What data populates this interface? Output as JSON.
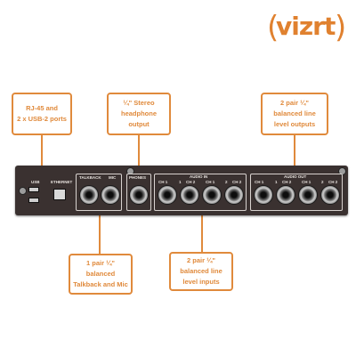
{
  "logo": {
    "text": "vizrt",
    "arc_left": "(",
    "arc_right": ")"
  },
  "colors": {
    "accent": "#e08a3c",
    "panel": "#3a3130"
  },
  "callouts": {
    "usb_ethernet": "RJ-45 and\n2 x USB-2 ports",
    "phones": "¼\" Stereo\nheadphone\noutput",
    "audio_out": "2 pair ¼\"\nbalanced line\nlevel outputs",
    "talkback_mic": "1 pair ¼\"\nbalanced\nTalkback and Mic",
    "audio_in": "2 pair ¼\"\nbalanced line\nlevel inputs"
  },
  "panel": {
    "usb_label": "USB",
    "ethernet_label": "ETHERNET",
    "talkback_label": "TALKBACK",
    "mic_label": "MIC",
    "phones_label": "PHONES",
    "audio_in_label": "AUDIO IN",
    "audio_out_label": "AUDIO OUT",
    "audio_in_channels": [
      "CH 1",
      "1",
      "CH 2",
      "CH 1",
      "2",
      "CH 2"
    ],
    "audio_out_channels": [
      "CH 1",
      "1",
      "CH 2",
      "CH 1",
      "2",
      "CH 2"
    ]
  }
}
